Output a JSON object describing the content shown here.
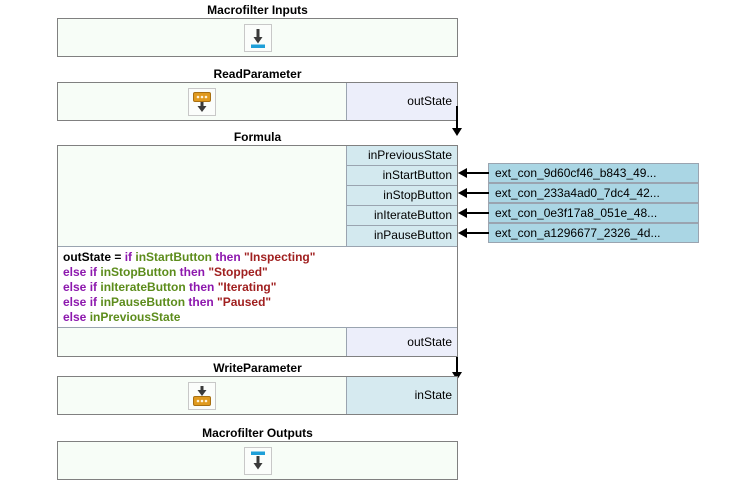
{
  "blocks": [
    {
      "key": "macrofilter_inputs",
      "title": "Macrofilter Inputs",
      "icon": "macrofilter-input-icon"
    },
    {
      "key": "read_parameter",
      "title": "ReadParameter",
      "icon": "read-parameter-icon",
      "ports": [
        {
          "label": "outState",
          "kind": "out"
        }
      ]
    },
    {
      "key": "formula",
      "title": "Formula",
      "inputs": [
        {
          "label": "inPreviousState",
          "kind": "in",
          "connected": false
        },
        {
          "label": "inStartButton",
          "kind": "in",
          "connected": true
        },
        {
          "label": "inStopButton",
          "kind": "in",
          "connected": true
        },
        {
          "label": "inIterateButton",
          "kind": "in",
          "connected": true
        },
        {
          "label": "inPauseButton",
          "kind": "in",
          "connected": true
        }
      ],
      "outputs": [
        {
          "label": "outState",
          "kind": "out"
        }
      ]
    },
    {
      "key": "write_parameter",
      "title": "WriteParameter",
      "icon": "write-parameter-icon",
      "ports": [
        {
          "label": "inState",
          "kind": "inst"
        }
      ]
    },
    {
      "key": "macrofilter_outputs",
      "title": "Macrofilter Outputs",
      "icon": "macrofilter-output-icon"
    }
  ],
  "formula_expression": {
    "lines": [
      [
        {
          "t": "outState",
          "c": "var"
        },
        {
          "t": " = ",
          "c": "op"
        },
        {
          "t": "if ",
          "c": "kw"
        },
        {
          "t": "inStartButton ",
          "c": "id"
        },
        {
          "t": "then ",
          "c": "kw"
        },
        {
          "t": "\"Inspecting\"",
          "c": "str"
        }
      ],
      [
        {
          "t": "else if ",
          "c": "kw"
        },
        {
          "t": "inStopButton ",
          "c": "id"
        },
        {
          "t": "then ",
          "c": "kw"
        },
        {
          "t": "\"Stopped\"",
          "c": "str"
        }
      ],
      [
        {
          "t": "else if ",
          "c": "kw"
        },
        {
          "t": "inIterateButton ",
          "c": "id"
        },
        {
          "t": "then ",
          "c": "kw"
        },
        {
          "t": "\"Iterating\"",
          "c": "str"
        }
      ],
      [
        {
          "t": "else if ",
          "c": "kw"
        },
        {
          "t": "inPauseButton ",
          "c": "id"
        },
        {
          "t": "then ",
          "c": "kw"
        },
        {
          "t": "\"Paused\"",
          "c": "str"
        }
      ],
      [
        {
          "t": "else ",
          "c": "kw"
        },
        {
          "t": "inPreviousState",
          "c": "prev"
        }
      ]
    ]
  },
  "external_connections": [
    {
      "label": "ext_con_9d60cf46_b843_49..."
    },
    {
      "label": "ext_con_233a4ad0_7dc4_42..."
    },
    {
      "label": "ext_con_0e3f17a8_051e_48..."
    },
    {
      "label": "ext_con_a1296677_2326_4d..."
    }
  ],
  "colors": {
    "block_background": "#f7fdf7",
    "block_border": "#808080",
    "output_port": "#eceefa",
    "input_port": "#d3e9ef",
    "external_connection": "#aad6e4",
    "accent_blue": "#1e9fd8",
    "accent_orange": "#e09a1e",
    "keyword": "#8d18ae",
    "identifier": "#5c8c1b",
    "string": "#a02020"
  }
}
